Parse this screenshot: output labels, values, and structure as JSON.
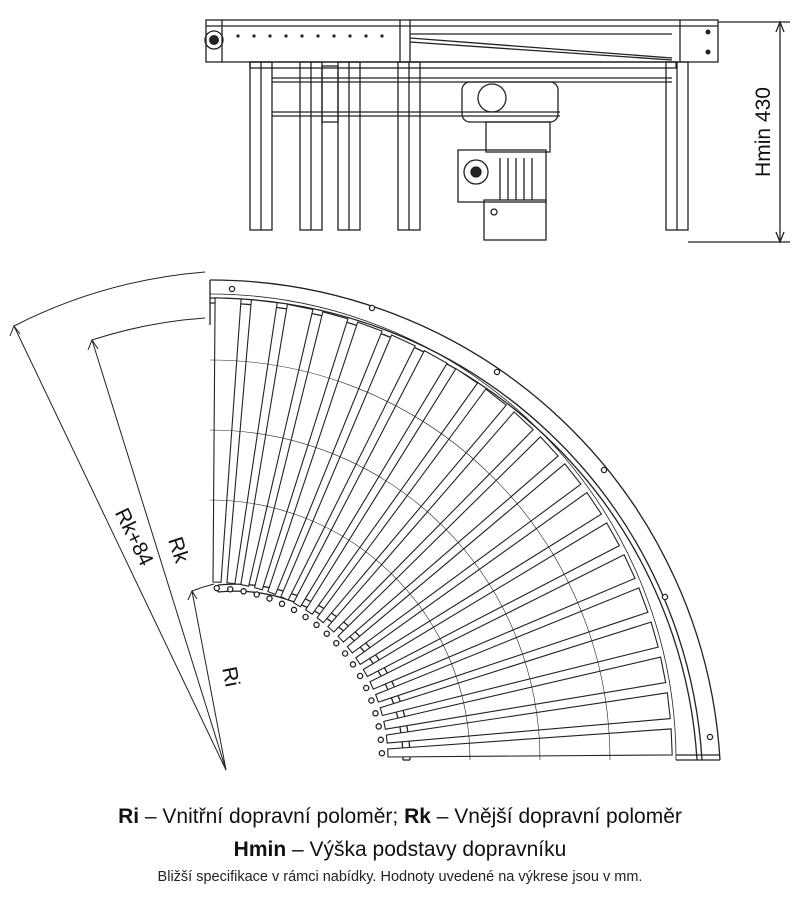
{
  "diagram": {
    "labels": {
      "hmin": "Hmin 430",
      "rk84": "Rk+84",
      "rk": "Rk",
      "ri": "Ri"
    },
    "roller_count": 20,
    "line_color": "#222222"
  },
  "legend": {
    "line1": {
      "ri_term": "Ri",
      "ri_desc": " – Vnitřní dopravní poloměr; ",
      "rk_term": "Rk",
      "rk_desc": " – Vnější dopravní poloměr"
    },
    "line2": {
      "hmin_term": "Hmin",
      "hmin_desc": " – Výška podstavy dopravníku"
    },
    "note": "Bližší specifikace v rámci nabídky. Hodnoty uvedené na výkrese jsou v mm."
  }
}
